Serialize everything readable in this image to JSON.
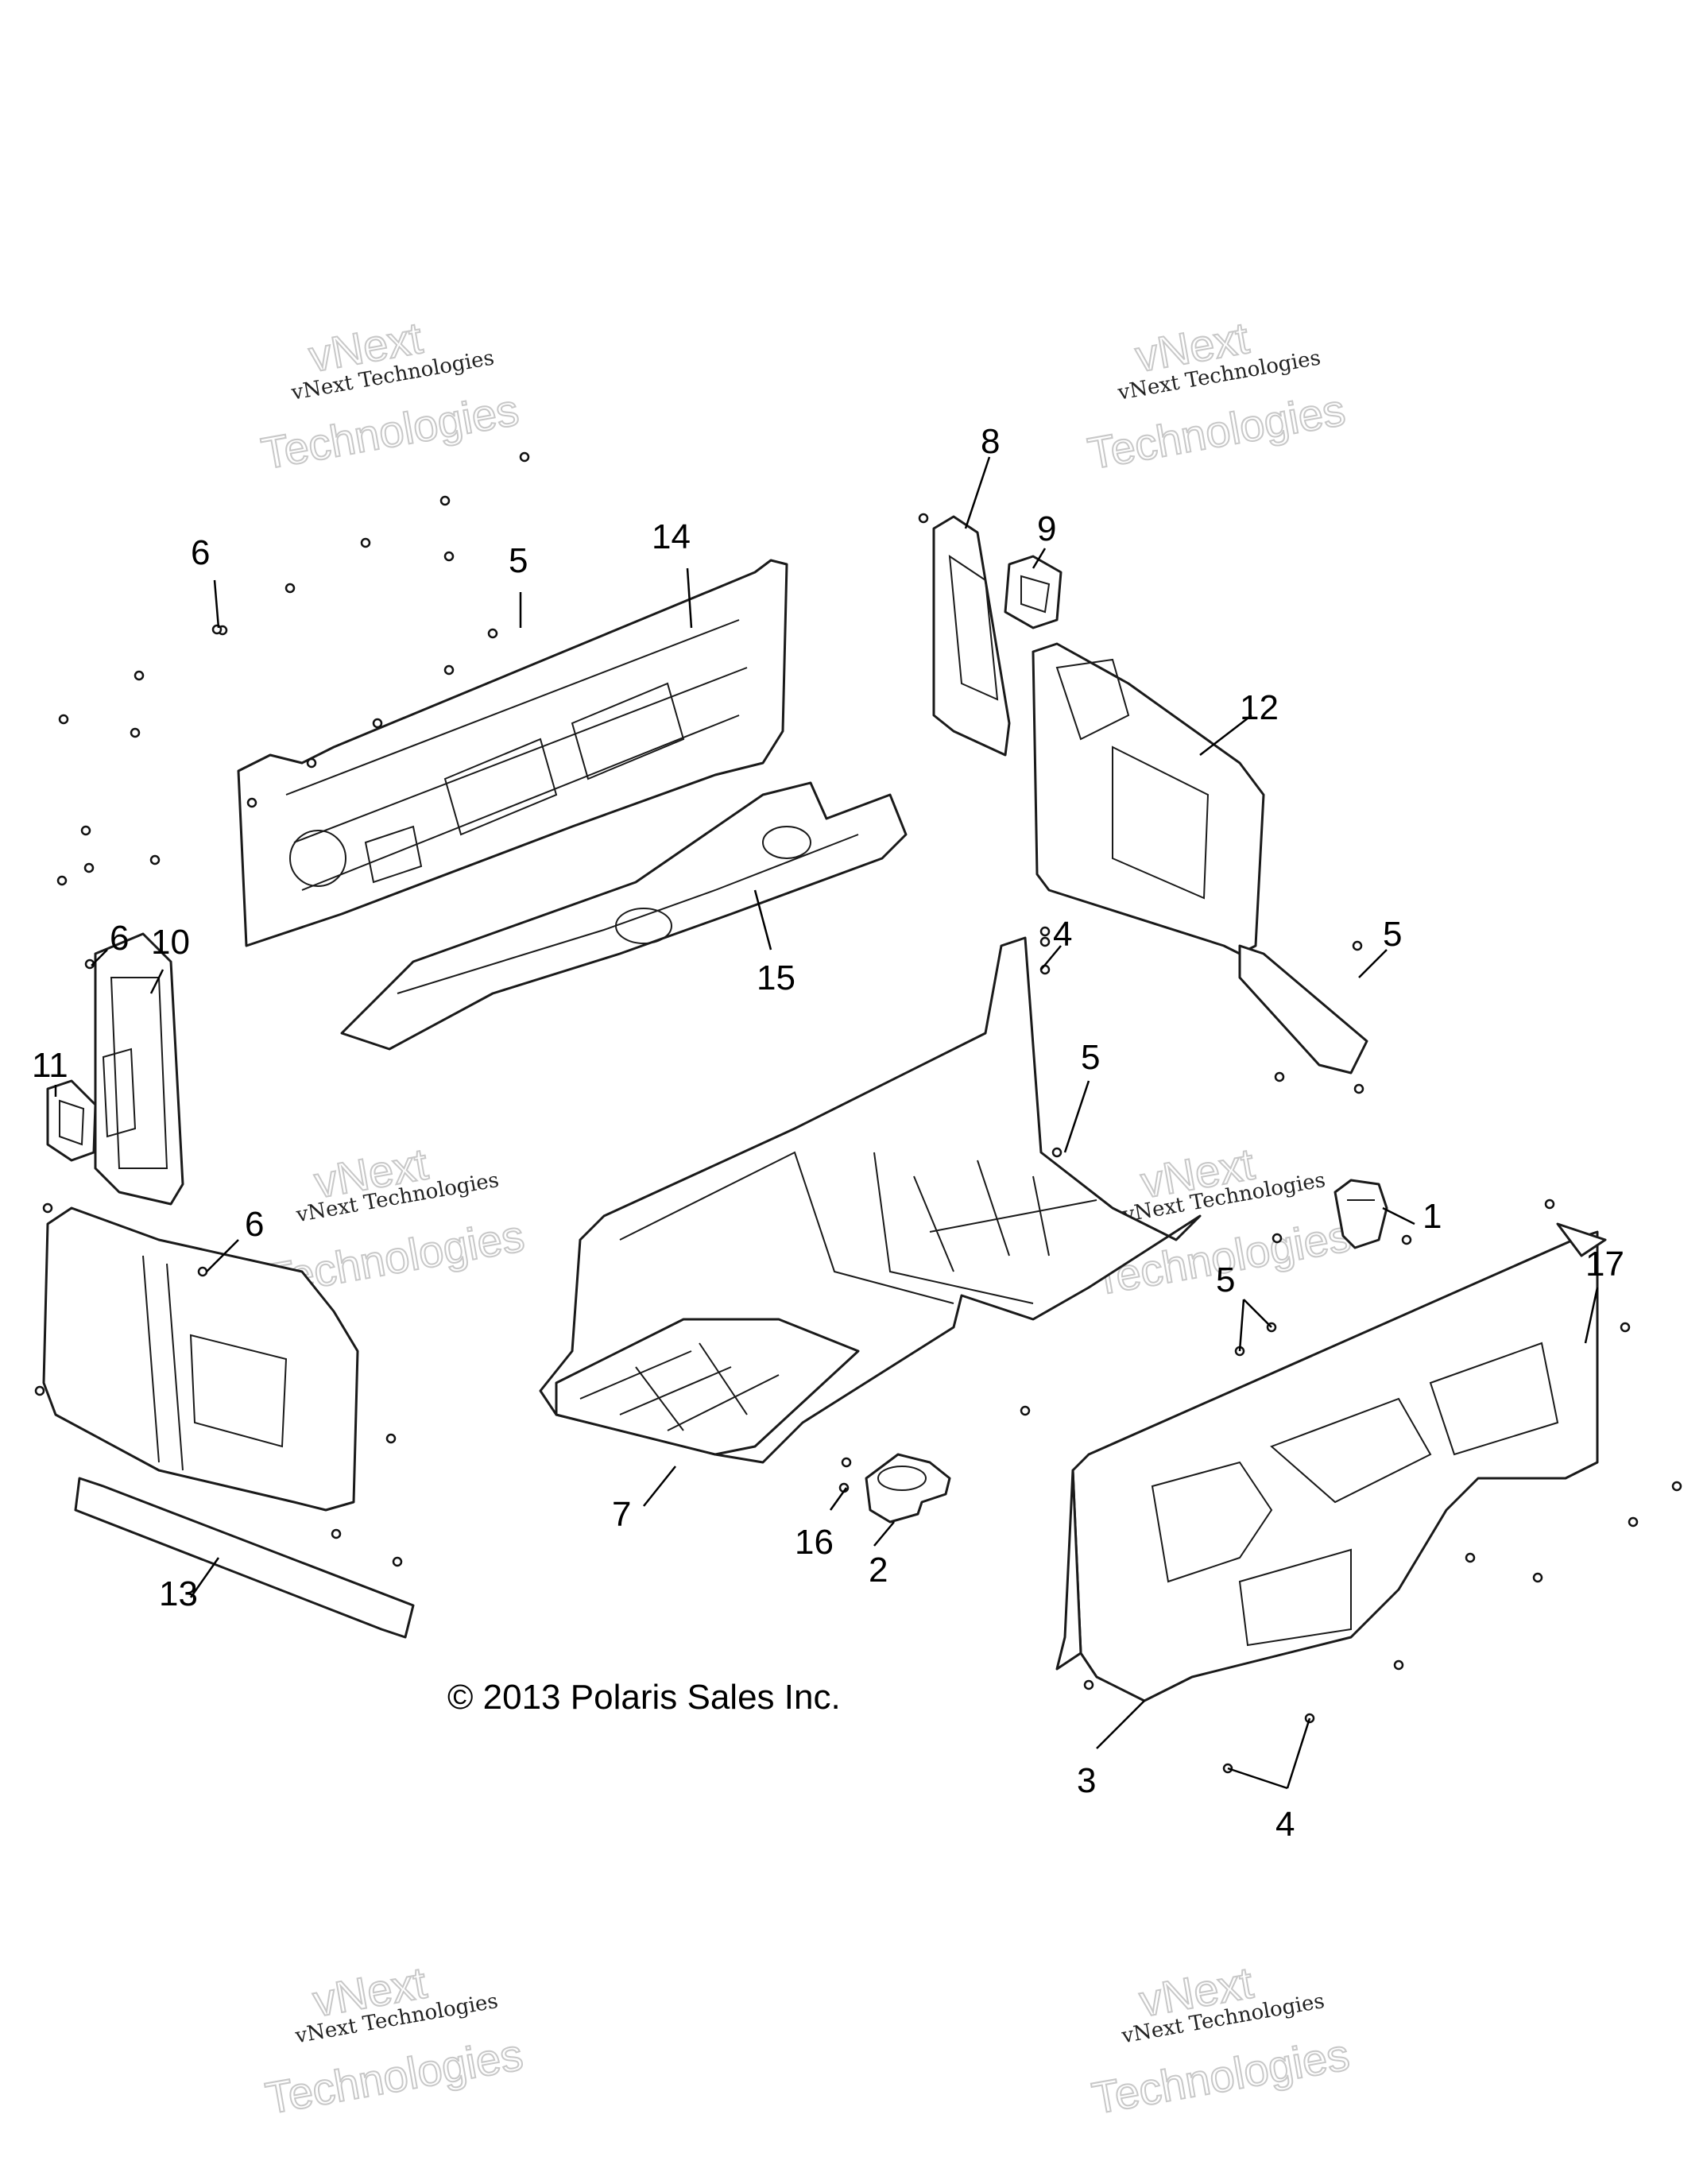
{
  "watermark": {
    "line1": "vNext",
    "line2": "vNext Technologies",
    "line3": "Technologies"
  },
  "copyright": "© 2013 Polaris Sales Inc.",
  "callouts": {
    "c1": "1",
    "c2": "2",
    "c3": "3",
    "c4a": "4",
    "c4b": "4",
    "c5a": "5",
    "c5b": "5",
    "c5c": "5",
    "c5d": "5",
    "c6a": "6",
    "c6b": "6",
    "c6c": "6",
    "c7": "7",
    "c8": "8",
    "c9": "9",
    "c10": "10",
    "c11": "11",
    "c12": "12",
    "c13": "13",
    "c14": "14",
    "c15": "15",
    "c16": "16",
    "c17": "17"
  }
}
